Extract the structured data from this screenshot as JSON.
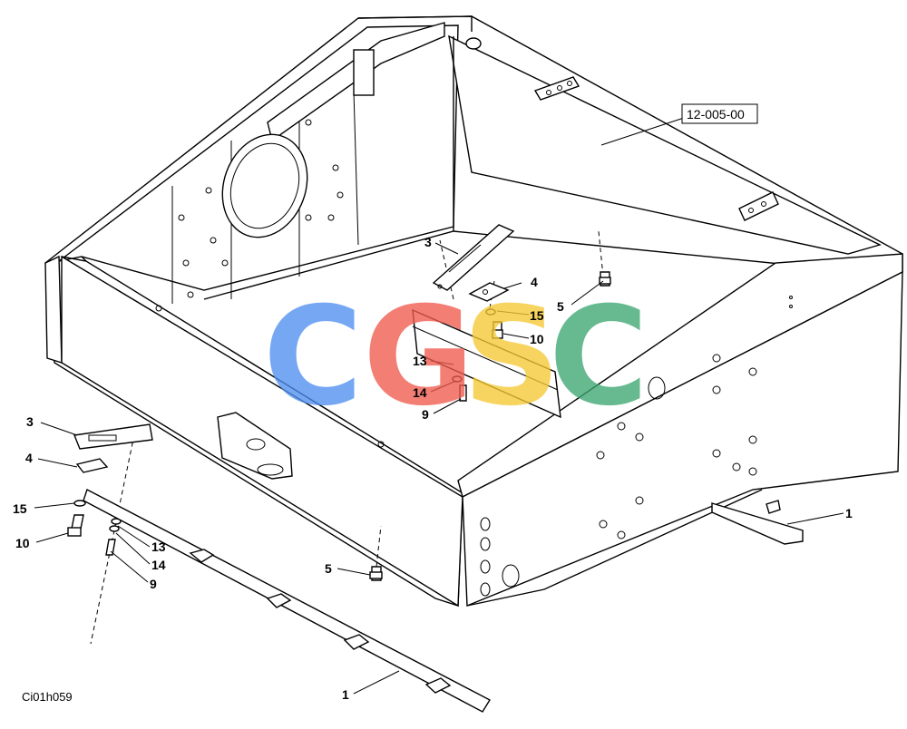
{
  "drawing": {
    "reference_label": "12-005-00",
    "drawing_id": "Ci01h059"
  },
  "watermark": {
    "letters": [
      "C",
      "G",
      "S",
      "C"
    ],
    "colors": [
      "#4f8ff0",
      "#ef5a4e",
      "#f6c934",
      "#3da772"
    ]
  },
  "callouts": {
    "c3_top": "3",
    "c4_top": "4",
    "c5_top": "5",
    "c15_top": "15",
    "c10_top": "10",
    "c13_top": "13",
    "c14_top": "14",
    "c9_top": "9",
    "c3_left": "3",
    "c4_left": "4",
    "c15_left": "15",
    "c10_left": "10",
    "c13_left": "13",
    "c14_left": "14",
    "c9_left": "9",
    "c5_bottom": "5",
    "c1_right": "1",
    "c1_bottom": "1"
  }
}
